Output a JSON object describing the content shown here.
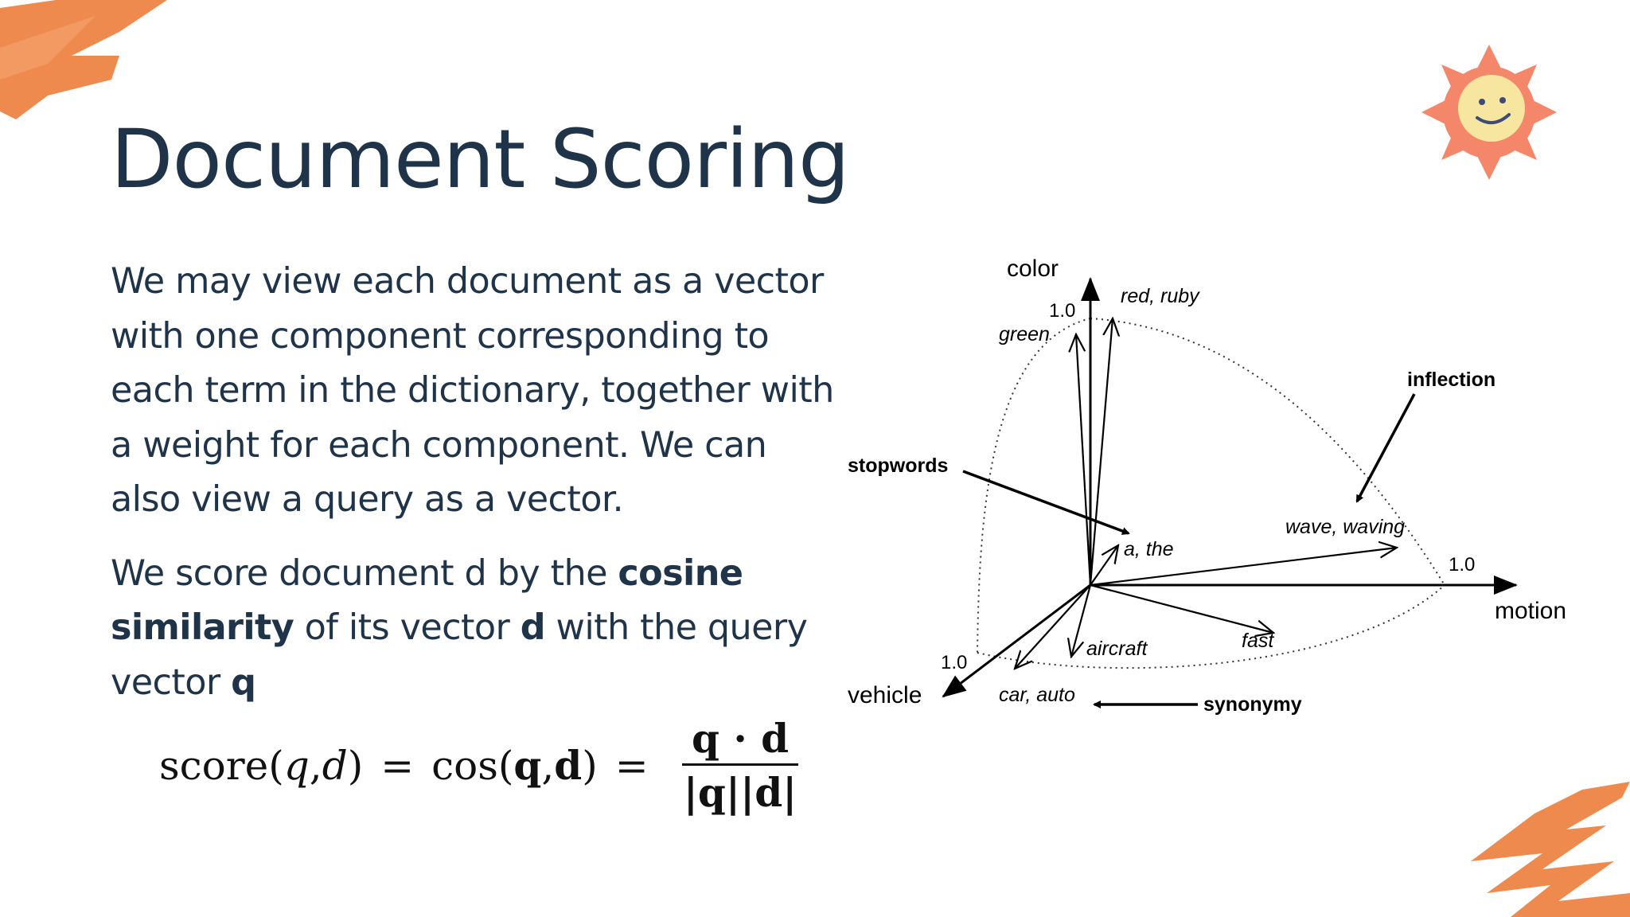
{
  "slide": {
    "title": "Document Scoring",
    "para1": "We may view each document as a vector with one component corresponding to each term in the dictionary, together with a weight for each component. We can also view a query as a vector.",
    "para2": {
      "t1": "We score document d by the ",
      "b1": "cosine similarity",
      "t2": " of its vector ",
      "b2": "d",
      "t3": " with the query vector ",
      "b3": "q"
    },
    "formula": {
      "lhs_fn": "score",
      "lhs_args_open": "(",
      "q": "q",
      "comma": ", ",
      "d": "d",
      "lhs_args_close": ")",
      "eq": "=",
      "cos": "cos",
      "bq": "q",
      "bd": "d",
      "num": "q · d",
      "den": "|q||d|"
    }
  },
  "diagram": {
    "axis_labels": {
      "color": "color",
      "motion": "motion",
      "vehicle": "vehicle"
    },
    "ticks": {
      "color": "1.0",
      "motion": "1.0",
      "vehicle": "1.0"
    },
    "terms": {
      "red_ruby": "red, ruby",
      "green": "green",
      "a_the": "a, the",
      "wave_waving": "wave, waving",
      "fast": "fast",
      "aircraft": "aircraft",
      "car_auto": "car, auto"
    },
    "callouts": {
      "stopwords": "stopwords",
      "inflection": "inflection",
      "synonymy": "synonymy"
    }
  },
  "colors": {
    "title": "#1f3349",
    "accent_orange": "#ee8a4e",
    "sun_face": "#f6e6a0",
    "sun_rays": "#f4876a"
  },
  "icons": [
    "brush-stroke-decoration",
    "sun-smiley-icon"
  ]
}
